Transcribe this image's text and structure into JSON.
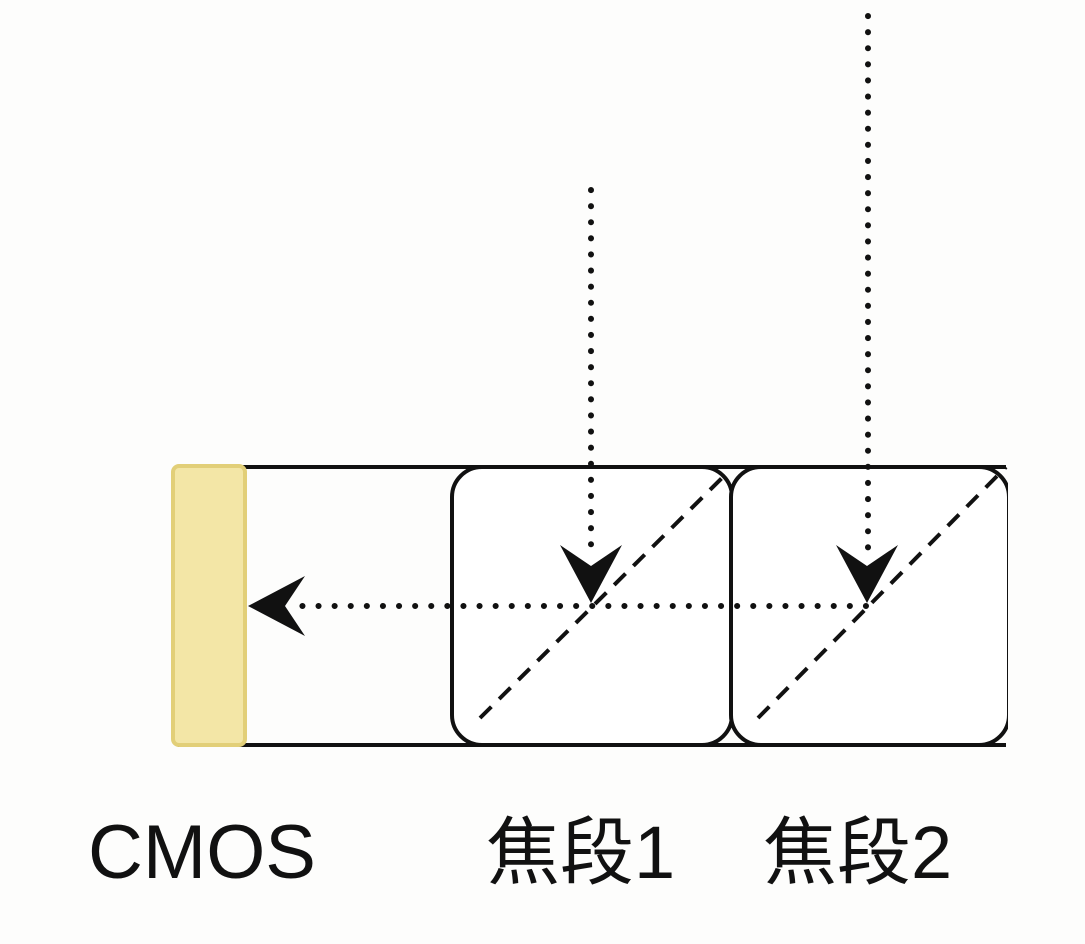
{
  "labels": {
    "sensor": "CMOS",
    "focal_1": "焦段1",
    "focal_2": "焦段2"
  },
  "colors": {
    "background": "#fdfdfc",
    "stroke": "#111111",
    "sensor_fill": "#f3e6a6",
    "sensor_stroke": "#e2cf78"
  }
}
